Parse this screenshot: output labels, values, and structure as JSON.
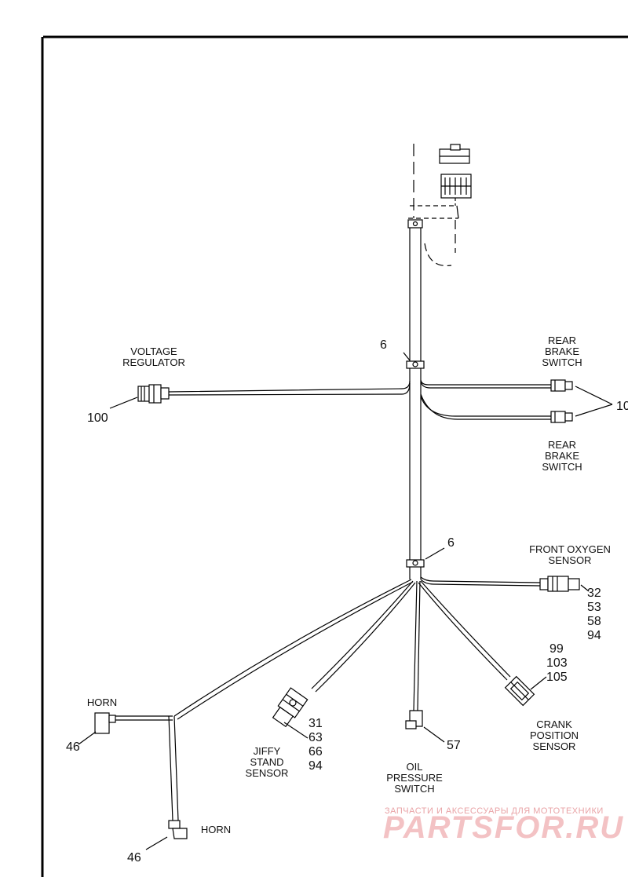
{
  "labels": {
    "voltage_regulator": [
      "VOLTAGE",
      "REGULATOR"
    ],
    "rear_brake_switch_top": [
      "REAR",
      "BRAKE",
      "SWITCH"
    ],
    "rear_brake_switch_bottom": [
      "REAR",
      "BRAKE",
      "SWITCH"
    ],
    "front_oxygen_sensor": [
      "FRONT OXYGEN",
      "SENSOR"
    ],
    "crank_position_sensor": [
      "CRANK",
      "POSITION",
      "SENSOR"
    ],
    "oil_pressure_switch": [
      "OIL",
      "PRESSURE",
      "SWITCH"
    ],
    "jiffy_stand_sensor": [
      "JIFFY",
      "STAND",
      "SENSOR"
    ],
    "horn_upper": "HORN",
    "horn_lower": "HORN"
  },
  "callouts": {
    "clip_upper": "6",
    "clip_lower": "6",
    "voltage_regulator": "100",
    "rear_brake_switch": "10",
    "front_oxygen_sensor": [
      "32",
      "53",
      "58",
      "94"
    ],
    "crank_position_sensor": [
      "99",
      "103",
      "105"
    ],
    "oil_pressure_switch": "57",
    "jiffy_stand_sensor": [
      "31",
      "63",
      "66",
      "94"
    ],
    "horn_upper": "46",
    "horn_lower": "46"
  },
  "watermark": {
    "tagline": "ЗАПЧАСТИ И АКСЕССУАРЫ ДЛЯ МОТОТЕХНИКИ",
    "brand": "PARTSFOR.RU"
  }
}
